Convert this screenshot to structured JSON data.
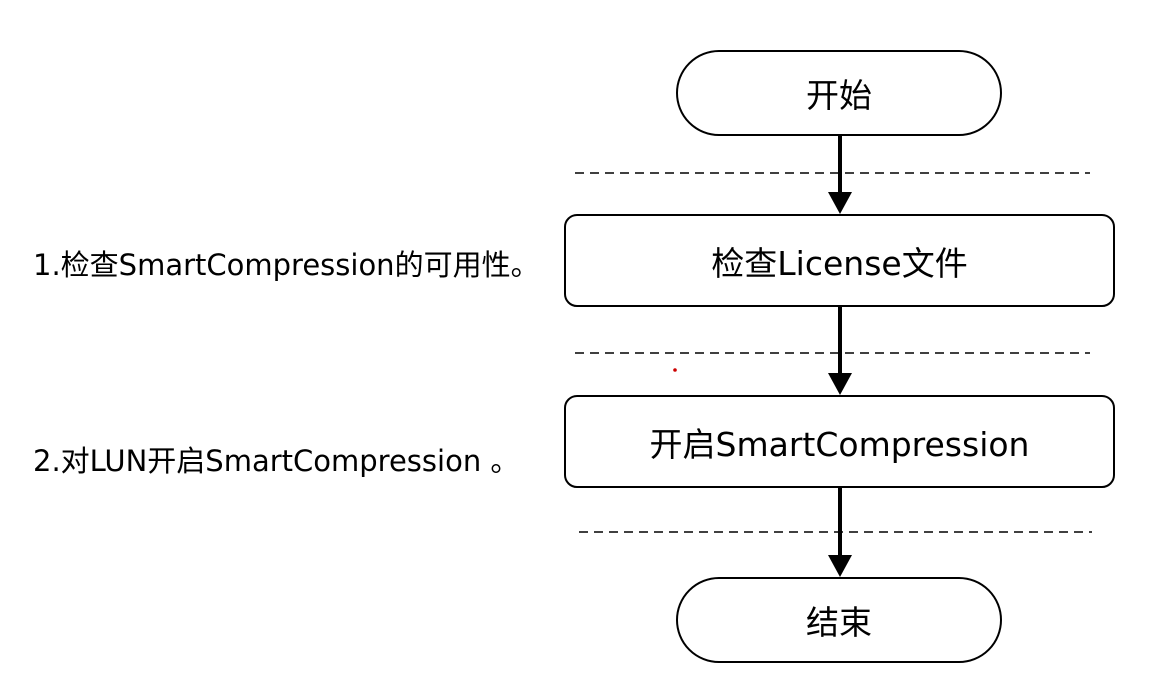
{
  "flow": {
    "start": "开始",
    "check_license": "检查License文件",
    "enable_compression": "开启SmartCompression",
    "end": "结束"
  },
  "steps": [
    {
      "label": "1.检查SmartCompression的可用性。"
    },
    {
      "label": "2.对LUN开启SmartCompression 。"
    }
  ],
  "colors": {
    "line": "#000000",
    "background": "#ffffff",
    "dot": "#cc0000"
  }
}
